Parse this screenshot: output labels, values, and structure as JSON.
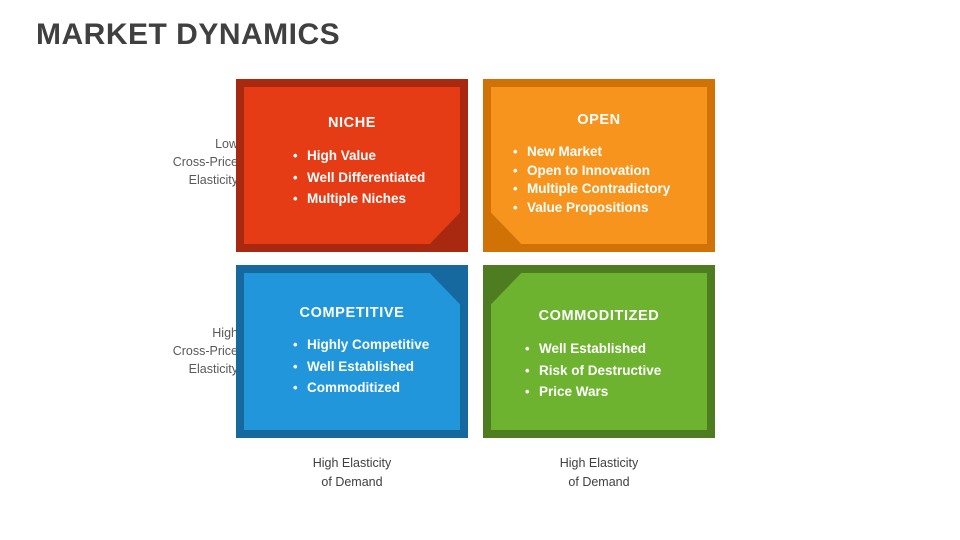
{
  "slide": {
    "title": "MARKET DYNAMICS",
    "background_color": "#FFFFFF",
    "title_color": "#404040"
  },
  "axes": {
    "vertical": [
      {
        "id": "low-cross-price-elasticity",
        "line1": "Low",
        "line2": "Cross-Price",
        "line3": "Elasticity"
      },
      {
        "id": "high-cross-price-elasticity",
        "line1": "High",
        "line2": "Cross-Price",
        "line3": "Elasticity"
      }
    ],
    "horizontal": [
      {
        "id": "left-demand-elasticity",
        "line1": "High Elasticity",
        "line2": "of Demand"
      },
      {
        "id": "right-demand-elasticity",
        "line1": "High Elasticity",
        "line2": "of Demand"
      }
    ]
  },
  "quadrants": [
    {
      "id": "niche",
      "heading": "NICHE",
      "fill_color": "#E63C16",
      "shadow_color": "#A8290F",
      "fold": "bottom-right",
      "bullets": [
        "High Value",
        "Well Differentiated",
        "Multiple Niches"
      ]
    },
    {
      "id": "open",
      "heading": "OPEN",
      "fill_color": "#F7941E",
      "shadow_color": "#D17206",
      "fold": "bottom-left",
      "bullets": [
        "New Market",
        "Open to Innovation",
        "Multiple Contradictory",
        "Value Propositions"
      ]
    },
    {
      "id": "competitive",
      "heading": "COMPETITIVE",
      "fill_color": "#2196DB",
      "shadow_color": "#16699E",
      "fold": "top-right",
      "bullets": [
        "Highly Competitive",
        "Well Established",
        "Commoditized"
      ]
    },
    {
      "id": "commoditized",
      "heading": "COMMODITIZED",
      "fill_color": "#6DB32F",
      "shadow_color": "#4E7D21",
      "fold": "top-left",
      "bullets": [
        "Well Established",
        "Risk of Destructive",
        "Price Wars"
      ]
    }
  ]
}
